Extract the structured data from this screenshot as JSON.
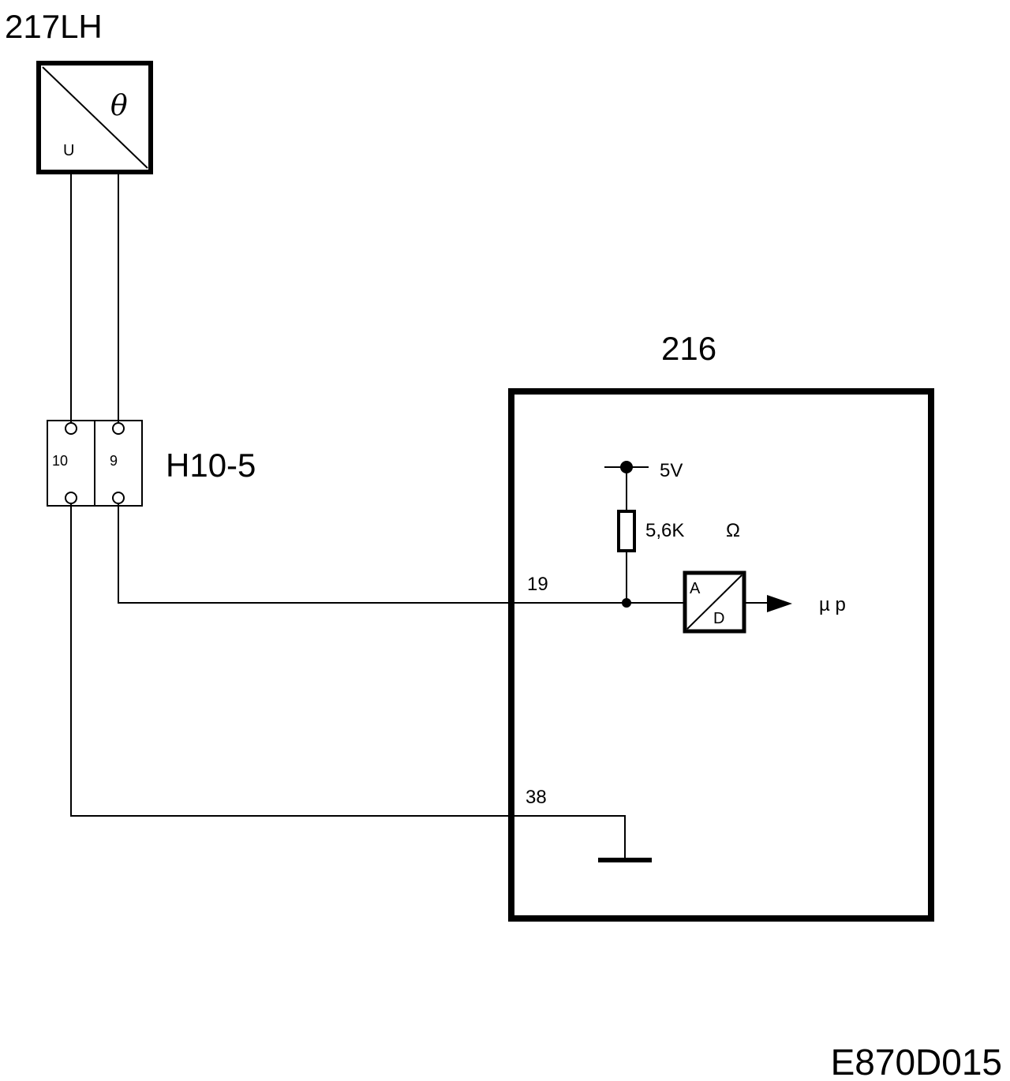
{
  "sensor": {
    "id": "217LH",
    "input_symbol": "θ",
    "output_symbol": "U"
  },
  "connector": {
    "id": "H10-5",
    "pins": [
      "10",
      "9"
    ]
  },
  "ecu": {
    "id": "216",
    "pin_signal": "19",
    "pin_ground": "38",
    "supply": "5V",
    "resistor_value": "5,6K",
    "resistor_unit": "Ω",
    "adc_in": "A",
    "adc_out": "D",
    "destination": "µ p"
  },
  "drawing_code": "E870D015"
}
